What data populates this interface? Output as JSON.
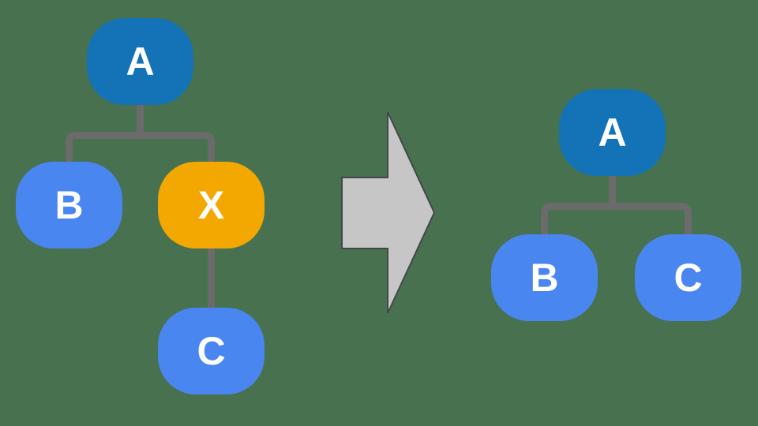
{
  "diagram": {
    "kind": "tree-transformation",
    "arrow": {
      "name": "transform-arrow",
      "direction": "right"
    }
  },
  "trees": {
    "before": {
      "root": {
        "label": "A"
      },
      "child_left": {
        "label": "B"
      },
      "removed": {
        "label": "X"
      },
      "grandchild": {
        "label": "C"
      }
    },
    "after": {
      "root": {
        "label": "A"
      },
      "child_left": {
        "label": "B"
      },
      "child_right": {
        "label": "C"
      }
    }
  },
  "colors": {
    "background": "#48714F",
    "root_node": "#1373B6",
    "child_node": "#4A86F0",
    "removed_node": "#F2A800",
    "connector": "#6B6B6B",
    "arrow_fill": "#C6C6C6",
    "arrow_outline": "#43474B",
    "label_text": "#FFFFFF"
  }
}
